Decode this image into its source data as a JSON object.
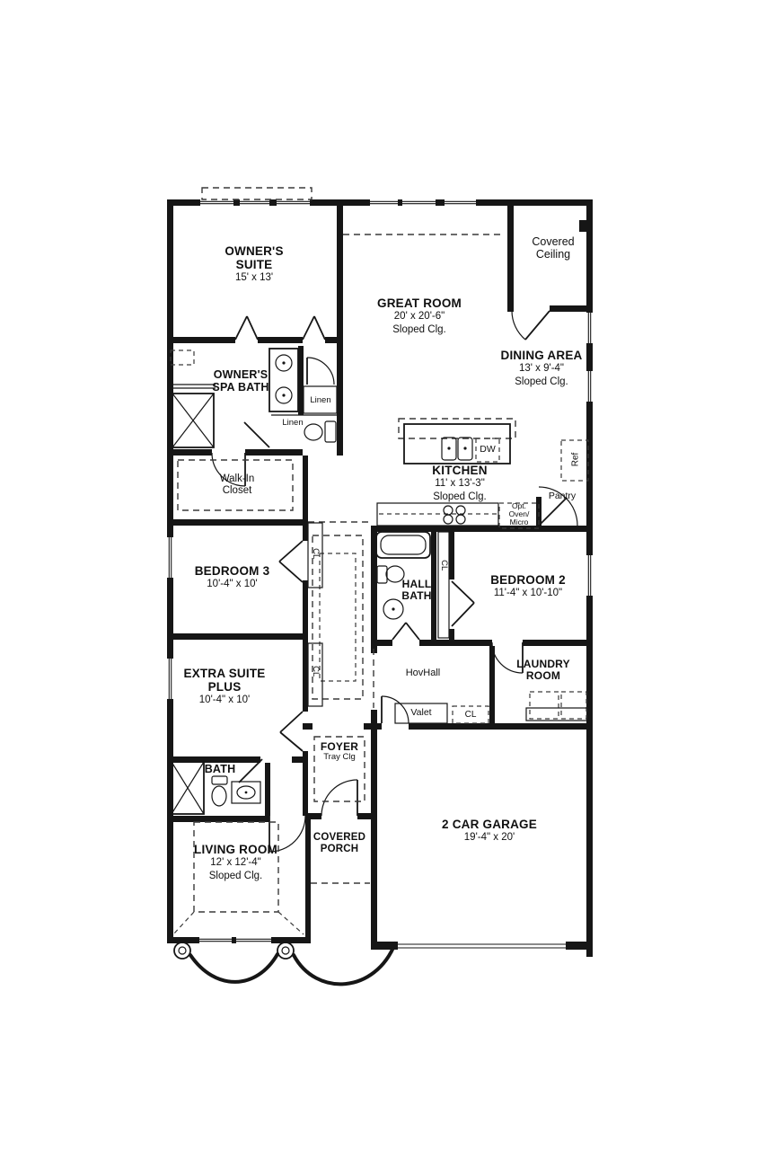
{
  "colors": {
    "wall": "#161616",
    "background": "#ffffff"
  },
  "rooms": {
    "owners_suite": {
      "name": "OWNER'S SUITE",
      "dims": "15' x 13'"
    },
    "great_room": {
      "name": "GREAT ROOM",
      "dims": "20' x 20'-6\"",
      "note": "Sloped Clg."
    },
    "covered_ceiling": {
      "name": "Covered Ceiling"
    },
    "dining_area": {
      "name": "DINING AREA",
      "dims": "13' x 9'-4\"",
      "note": "Sloped Clg."
    },
    "owners_spa_bath": {
      "name": "OWNER'S SPA BATH"
    },
    "walk_in_closet": {
      "name": "Walk-In Closet"
    },
    "kitchen": {
      "name": "KITCHEN",
      "dims": "11' x 13'-3\"",
      "note": "Sloped Clg."
    },
    "bedroom_3": {
      "name": "BEDROOM 3",
      "dims": "10'-4\" x 10'"
    },
    "hall_bath": {
      "name": "HALL BATH"
    },
    "bedroom_2": {
      "name": "BEDROOM 2",
      "dims": "11'-4\" x 10'-10\""
    },
    "extra_suite_plus": {
      "name": "EXTRA SUITE PLUS",
      "dims": "10'-4\" x 10'"
    },
    "hov_hall": {
      "name": "HovHall"
    },
    "laundry_room": {
      "name": "LAUNDRY ROOM"
    },
    "bath": {
      "name": "BATH"
    },
    "foyer": {
      "name": "FOYER",
      "note": "Tray Clg"
    },
    "covered_porch": {
      "name": "COVERED PORCH"
    },
    "living_room": {
      "name": "LIVING ROOM",
      "dims": "12' x 12'-4\"",
      "note": "Sloped Clg."
    },
    "garage": {
      "name": "2 CAR GARAGE",
      "dims": "19'-4\" x 20'"
    }
  },
  "fixtures": {
    "linen": "Linen",
    "dw": "DW",
    "ref": "Ref",
    "pantry": "Pantry",
    "opt_oven": {
      "l1": "Opt.",
      "l2": "Oven/",
      "l3": "Micro"
    },
    "valet": "Valet",
    "closet": "CL"
  }
}
